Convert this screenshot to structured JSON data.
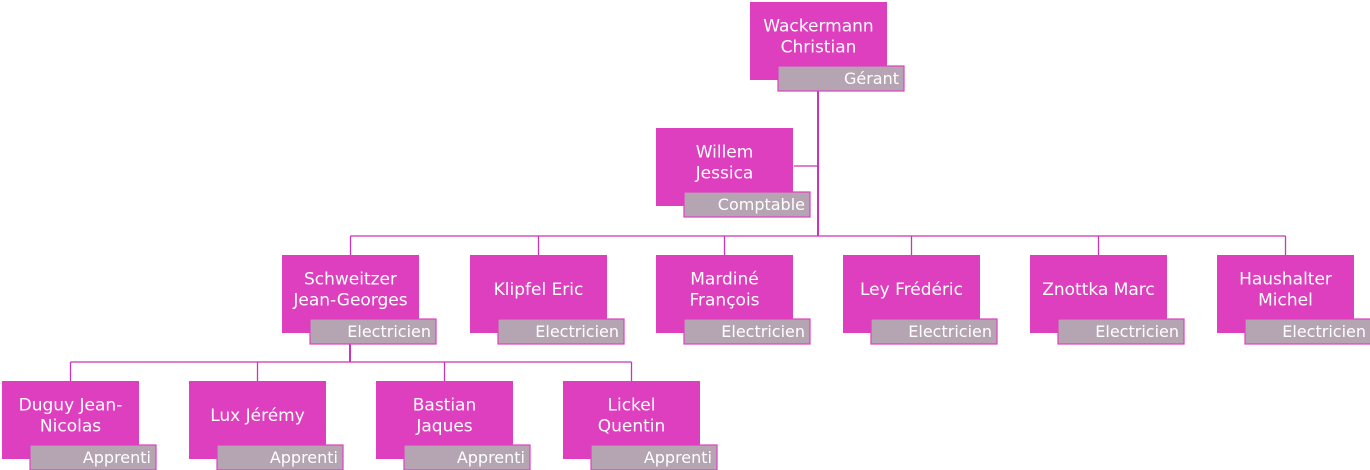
{
  "colors": {
    "box_fill": "#de3fbf",
    "role_fill": "#b5a5b2",
    "connector": "#cc33bb",
    "text": "#ffffff"
  },
  "chart": {
    "root": {
      "name": [
        "Wackermann",
        "Christian"
      ],
      "role": "Gérant"
    },
    "assistant": {
      "name": [
        "Willem",
        "Jessica"
      ],
      "role": "Comptable"
    },
    "employees": [
      {
        "id": "schweitzer",
        "name": [
          "Schweitzer",
          "Jean-Georges"
        ],
        "role": "Electricien"
      },
      {
        "id": "klipfel",
        "name": [
          "Klipfel Eric"
        ],
        "role": "Electricien"
      },
      {
        "id": "mardine",
        "name": [
          "Mardiné",
          "François"
        ],
        "role": "Electricien"
      },
      {
        "id": "ley",
        "name": [
          "Ley Frédéric"
        ],
        "role": "Electricien"
      },
      {
        "id": "znottka",
        "name": [
          "Znottka Marc"
        ],
        "role": "Electricien"
      },
      {
        "id": "haushalter",
        "name": [
          "Haushalter",
          "Michel"
        ],
        "role": "Electricien"
      }
    ],
    "apprentices": [
      {
        "id": "duguy",
        "name": [
          "Duguy Jean-",
          "Nicolas"
        ],
        "role": "Apprenti"
      },
      {
        "id": "lux",
        "name": [
          "Lux Jérémy"
        ],
        "role": "Apprenti"
      },
      {
        "id": "bastian",
        "name": [
          "Bastian",
          "Jaques"
        ],
        "role": "Apprenti"
      },
      {
        "id": "lickel",
        "name": [
          "Lickel",
          "Quentin"
        ],
        "role": "Apprenti"
      }
    ]
  }
}
